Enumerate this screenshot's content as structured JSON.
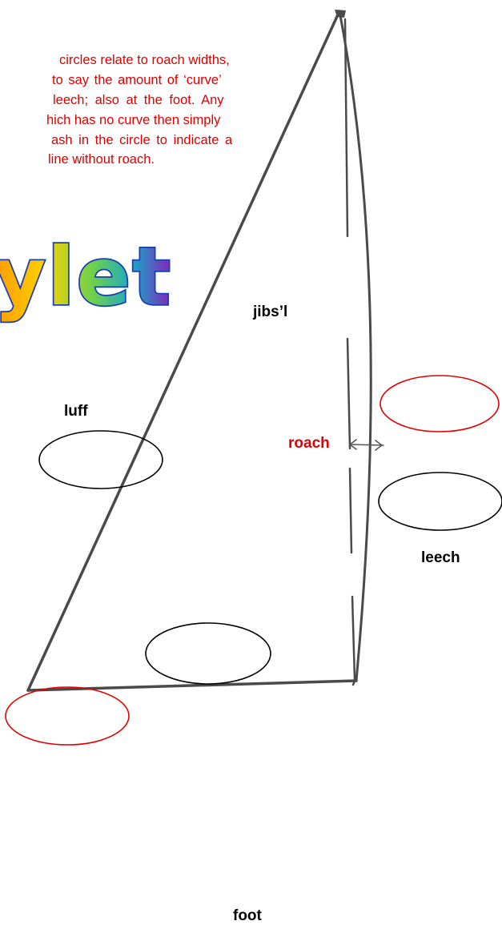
{
  "note": {
    "lines": [
      "circles relate to roach widths,",
      "to say the amount of  ‘curve’",
      "leech; also at the foot. Any",
      "hich has no curve then simply",
      "ash in the circle to indicate a",
      "line without roach."
    ],
    "color": "#e00000"
  },
  "brand": {
    "text": "ylet"
  },
  "labels": {
    "sail_name": "jibs’l",
    "luff": "luff",
    "roach": "roach",
    "leech": "leech",
    "foot": "foot"
  },
  "colors": {
    "outline": "#4a4a4a",
    "roach_red": "#e00000",
    "circle_red": "#e00000",
    "circle_black": "#000000"
  }
}
